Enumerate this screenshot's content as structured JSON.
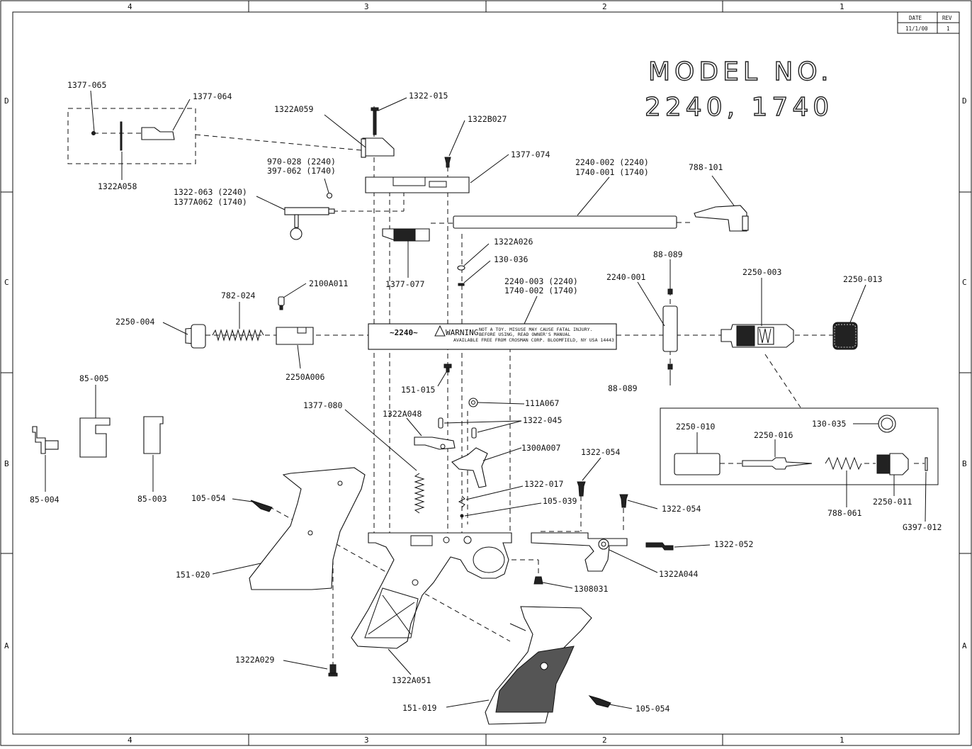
{
  "title": {
    "line1": "MODEL NO.",
    "line2": "2240, 1740"
  },
  "revision_box": {
    "date_header": "DATE",
    "rev_header": "REV",
    "date_value": "11/1/00",
    "rev_value": "1"
  },
  "grid": {
    "columns_top": [
      "4",
      "3",
      "2",
      "1"
    ],
    "columns_bottom": [
      "4",
      "3",
      "2",
      "1"
    ],
    "rows_left": [
      "D",
      "C",
      "B",
      "A"
    ],
    "rows_right": [
      "D",
      "C",
      "B",
      "A"
    ]
  },
  "barrel": {
    "model_text": "~2240~",
    "warning_text": "WARNING",
    "fine_print_1": "NOT A TOY. MISUSE MAY CAUSE FATAL INJURY.",
    "fine_print_2": "BEFORE USING, READ OWNER'S MANUAL",
    "fine_print_3": "AVAILABLE FREE FROM CROSMAN CORP. BLOOMFIELD, NY USA 14443"
  },
  "part_labels": [
    {
      "id": "l1377-065",
      "text": "1377-065"
    },
    {
      "id": "l1377-064",
      "text": "1377-064"
    },
    {
      "id": "l1322A058",
      "text": "1322A058"
    },
    {
      "id": "l1322A059",
      "text": "1322A059"
    },
    {
      "id": "l1322-015",
      "text": "1322-015"
    },
    {
      "id": "l1322B027",
      "text": "1322B027"
    },
    {
      "id": "l1377-074",
      "text": "1377-074"
    },
    {
      "id": "l970-028",
      "text": "970-028 (2240)"
    },
    {
      "id": "l397-062",
      "text": "397-062 (1740)"
    },
    {
      "id": "l1322-063",
      "text": "1322-063 (2240)"
    },
    {
      "id": "l1377A062",
      "text": "1377A062 (1740)"
    },
    {
      "id": "l2240-002",
      "text": "2240-002 (2240)"
    },
    {
      "id": "l1740-001",
      "text": "1740-001 (1740)"
    },
    {
      "id": "l788-101",
      "text": "788-101"
    },
    {
      "id": "l1322A026",
      "text": "1322A026"
    },
    {
      "id": "l130-036",
      "text": "130-036"
    },
    {
      "id": "l1377-077",
      "text": "1377-077"
    },
    {
      "id": "l2240-003",
      "text": "2240-003 (2240)"
    },
    {
      "id": "l1740-002",
      "text": "1740-002 (1740)"
    },
    {
      "id": "l2240-001",
      "text": "2240-001"
    },
    {
      "id": "l88-089a",
      "text": "88-089"
    },
    {
      "id": "l88-089b",
      "text": "88-089"
    },
    {
      "id": "l2250-003",
      "text": "2250-003"
    },
    {
      "id": "l2250-013",
      "text": "2250-013"
    },
    {
      "id": "l782-024",
      "text": "782-024"
    },
    {
      "id": "l2100A011",
      "text": "2100A011"
    },
    {
      "id": "l2250-004",
      "text": "2250-004"
    },
    {
      "id": "l2250A006",
      "text": "2250A006"
    },
    {
      "id": "l151-015",
      "text": "151-015"
    },
    {
      "id": "l85-005",
      "text": "85-005"
    },
    {
      "id": "l85-004",
      "text": "85-004"
    },
    {
      "id": "l85-003",
      "text": "85-003"
    },
    {
      "id": "l1377-080",
      "text": "1377-080"
    },
    {
      "id": "l111A067",
      "text": "111A067"
    },
    {
      "id": "l1322A048",
      "text": "1322A048"
    },
    {
      "id": "l1322-045",
      "text": "1322-045"
    },
    {
      "id": "l1300A007",
      "text": "1300A007"
    },
    {
      "id": "l1322-054a",
      "text": "1322-054"
    },
    {
      "id": "l1322-054b",
      "text": "1322-054"
    },
    {
      "id": "l1322-017",
      "text": "1322-017"
    },
    {
      "id": "l105-039",
      "text": "105-039"
    },
    {
      "id": "l105-054a",
      "text": "105-054"
    },
    {
      "id": "l105-054b",
      "text": "105-054"
    },
    {
      "id": "l151-020",
      "text": "151-020"
    },
    {
      "id": "l1322-052",
      "text": "1322-052"
    },
    {
      "id": "l1322A044",
      "text": "1322A044"
    },
    {
      "id": "l1308031",
      "text": "1308031"
    },
    {
      "id": "l1322A029",
      "text": "1322A029"
    },
    {
      "id": "l1322A051",
      "text": "1322A051"
    },
    {
      "id": "l151-019",
      "text": "151-019"
    },
    {
      "id": "l2250-010",
      "text": "2250-010"
    },
    {
      "id": "l2250-016",
      "text": "2250-016"
    },
    {
      "id": "l130-035",
      "text": "130-035"
    },
    {
      "id": "l788-061",
      "text": "788-061"
    },
    {
      "id": "l2250-011",
      "text": "2250-011"
    },
    {
      "id": "lG397-012",
      "text": "G397-012"
    }
  ]
}
